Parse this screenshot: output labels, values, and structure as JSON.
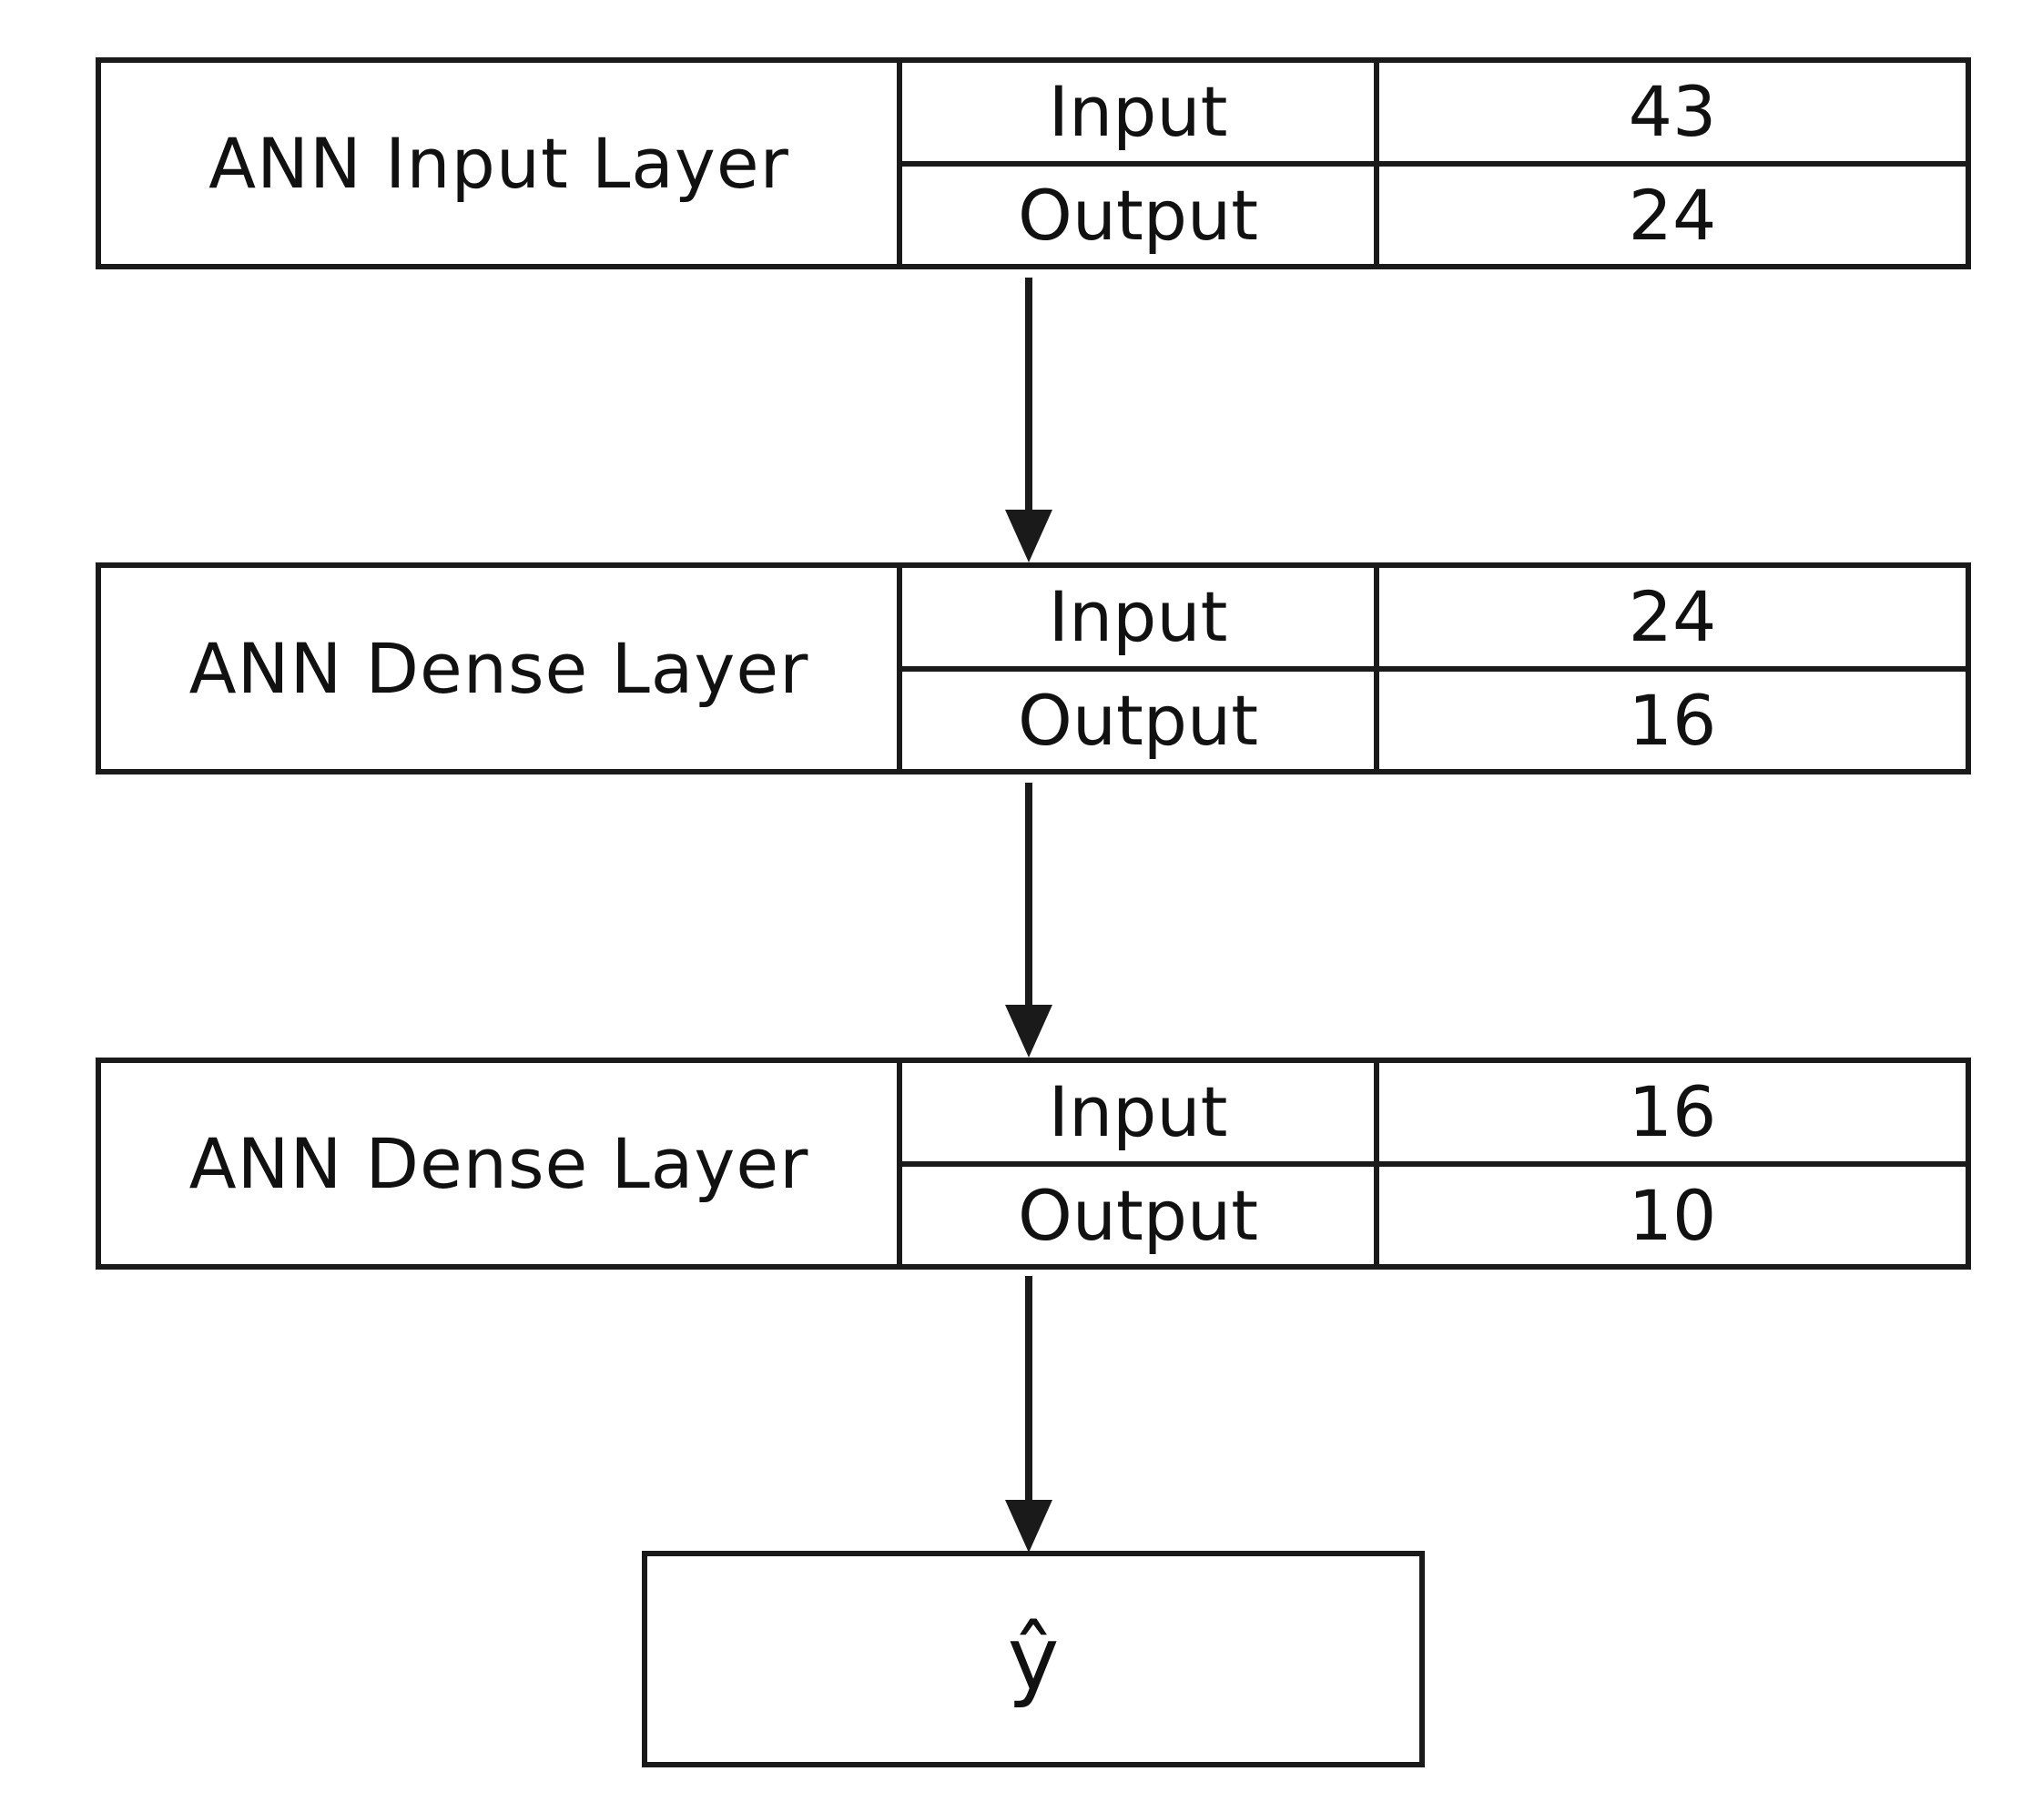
{
  "layers": [
    {
      "name": "ANN Input Layer",
      "input_label": "Input",
      "input_value": "43",
      "output_label": "Output",
      "output_value": "24"
    },
    {
      "name": "ANN Dense Layer",
      "input_label": "Input",
      "input_value": "24",
      "output_label": "Output",
      "output_value": "16"
    },
    {
      "name": "ANN Dense Layer",
      "input_label": "Input",
      "input_value": "16",
      "output_label": "Output",
      "output_value": "10"
    }
  ],
  "output": {
    "symbol": "ŷ"
  },
  "colors": {
    "stroke": "#1a1a1a",
    "background": "#ffffff",
    "text": "#111111"
  }
}
